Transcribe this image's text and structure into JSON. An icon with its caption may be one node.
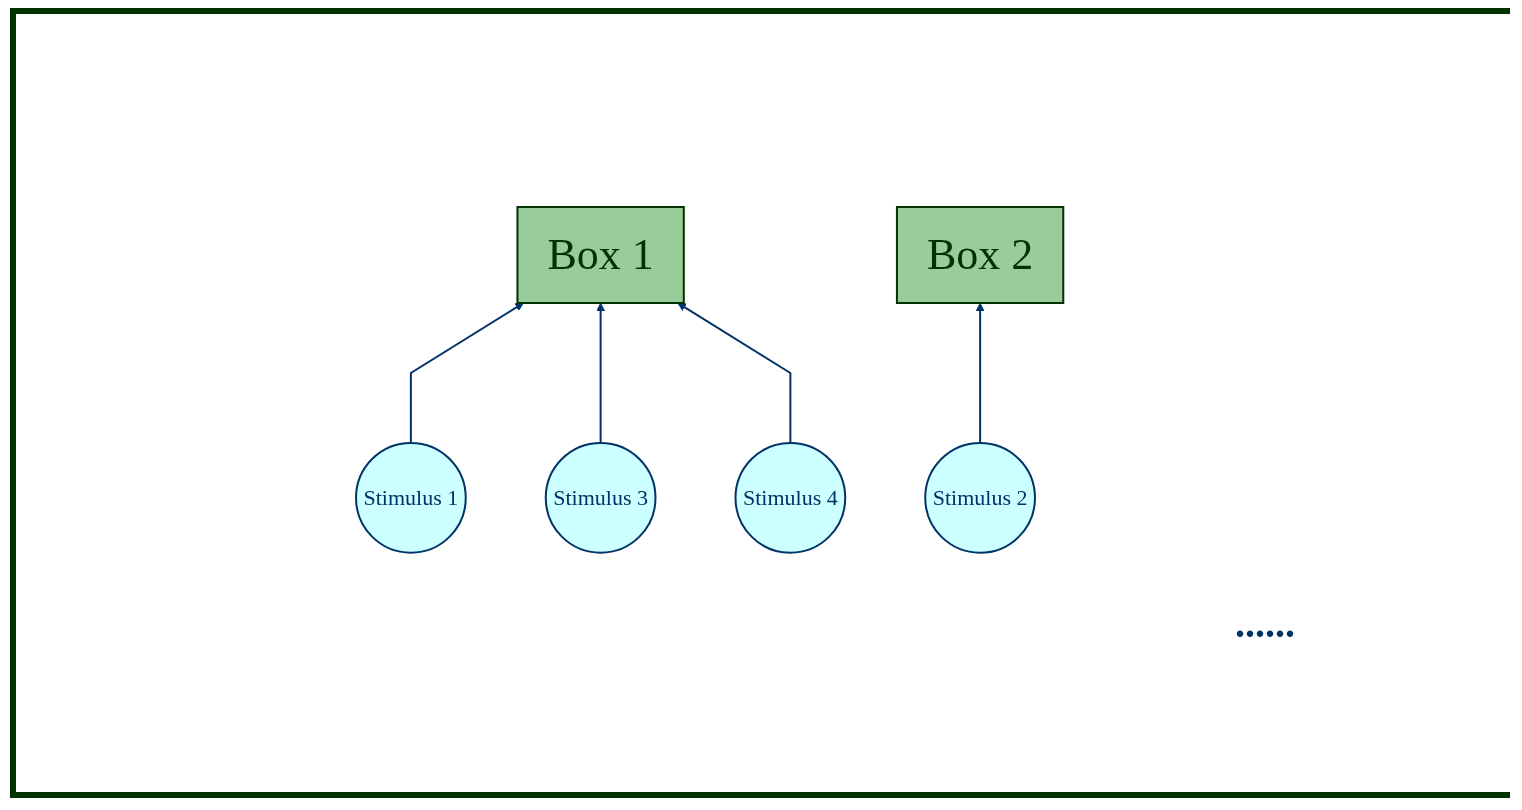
{
  "diagram": {
    "nodes": [
      {
        "text": [
          "Box 1"
        ]
      },
      {
        "text": [
          "Box 2"
        ]
      },
      {
        "text": [
          "Stimulus 1"
        ]
      },
      {
        "text": [
          "Stimulus 2"
        ]
      },
      {
        "text": [
          "Stimulus 3"
        ]
      },
      {
        "text": [
          "Stimulus 4"
        ]
      }
    ],
    "edges": [
      {
        "from": 2,
        "to": 0,
        "arrow": "to"
      },
      {
        "from": 3,
        "to": 1,
        "arrow": "to"
      },
      {
        "from": 4,
        "to": 0,
        "arrow": "to"
      },
      {
        "from": 5,
        "to": 0,
        "arrow": "to"
      }
    ],
    "labels": [
      "......"
    ]
  }
}
